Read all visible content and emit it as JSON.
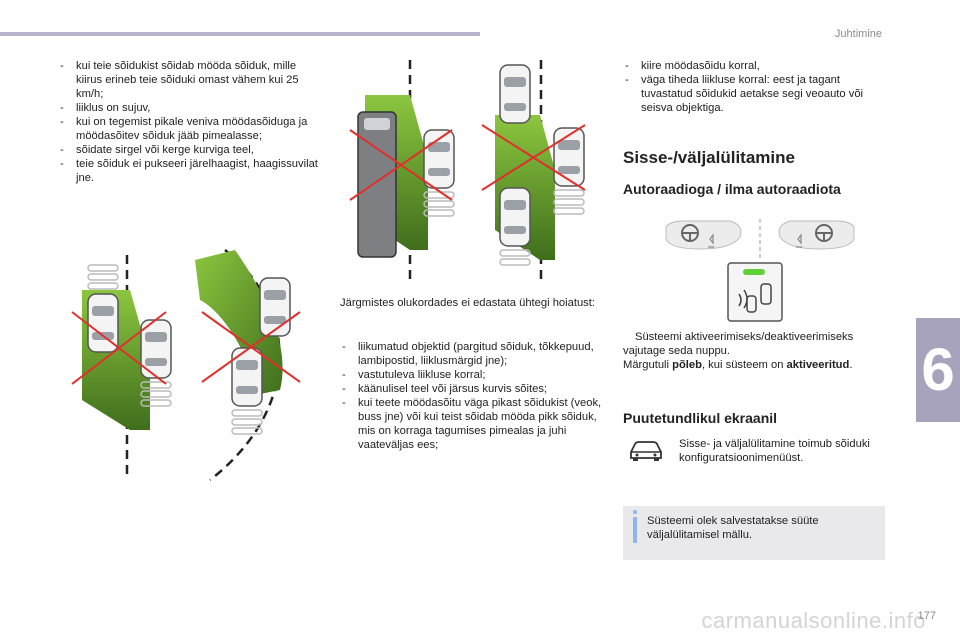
{
  "header": {
    "section_title": "Juhtimine"
  },
  "chapter_number": "6",
  "page_number": "177",
  "watermark": "carmanualsonline.info",
  "left_list": [
    "kui teie sõidukist sõidab mööda sõiduk, mille kiirus erineb teie sõiduki omast vähem kui 25 km/h;",
    "liiklus on sujuv,",
    "kui on tegemist pikale veniva möödasõiduga ja möödasõitev sõiduk jääb pimealasse;",
    "sõidate sirgel või kerge kurviga teel,",
    "teie sõiduk ei pukseeri järelhaagist, haagissuvilat jne."
  ],
  "middle": {
    "intro": "Järgmistes olukordades ei edastata ühtegi hoiatust:",
    "list": [
      "liikumatud objektid (pargitud sõiduk, tõkkepuud, lambipostid, liiklusmärgid jne);",
      "vastutuleva liikluse korral;",
      "käänulisel teel või järsus kurvis sõites;",
      "kui teete möödasõitu väga pikast sõidukist (veok, buss jne) või kui teist sõidab mööda pikk sõiduk, mis on korraga tagumises pimealas ja juhi vaateväljas ees;"
    ]
  },
  "right_list": [
    "kiire möödasõidu korral,",
    "väga tiheda liikluse korral: eest ja tagant tuvastatud sõidukid aetakse segi veoauto või seisva objektiga."
  ],
  "heading_main": "Sisse-/väljalülitamine",
  "heading_radio": "Autoraadioga / ilma autoraadiota",
  "activate": {
    "arrow": "",
    "text": "Süsteemi aktiveerimiseks/deaktiveerimiseks vajutage seda nuppu.",
    "indicator_prefix": "Märgutuli ",
    "indicator_on": "põleb",
    "indicator_middle": ", kui süsteem on ",
    "indicator_active": "aktiveeritud",
    "indicator_end": "."
  },
  "heading_touch": "Puutetundlikul ekraanil",
  "touch_text": "Sisse- ja väljalülitamine toimub sõiduki konfiguratsioonimenüüst.",
  "info_text": "Süsteemi olek salvestatakse süüte väljalülitamisel mällu.",
  "colors": {
    "accent_bar": "#b9b3cf",
    "chapter_tab": "#a8a3bd",
    "zone_green": "#6ea832",
    "zone_dark_green": "#3f6e1c",
    "cross_red": "#e0302c",
    "indicator_green": "#5fcf3a",
    "info_icon": "#8fb6e6"
  }
}
